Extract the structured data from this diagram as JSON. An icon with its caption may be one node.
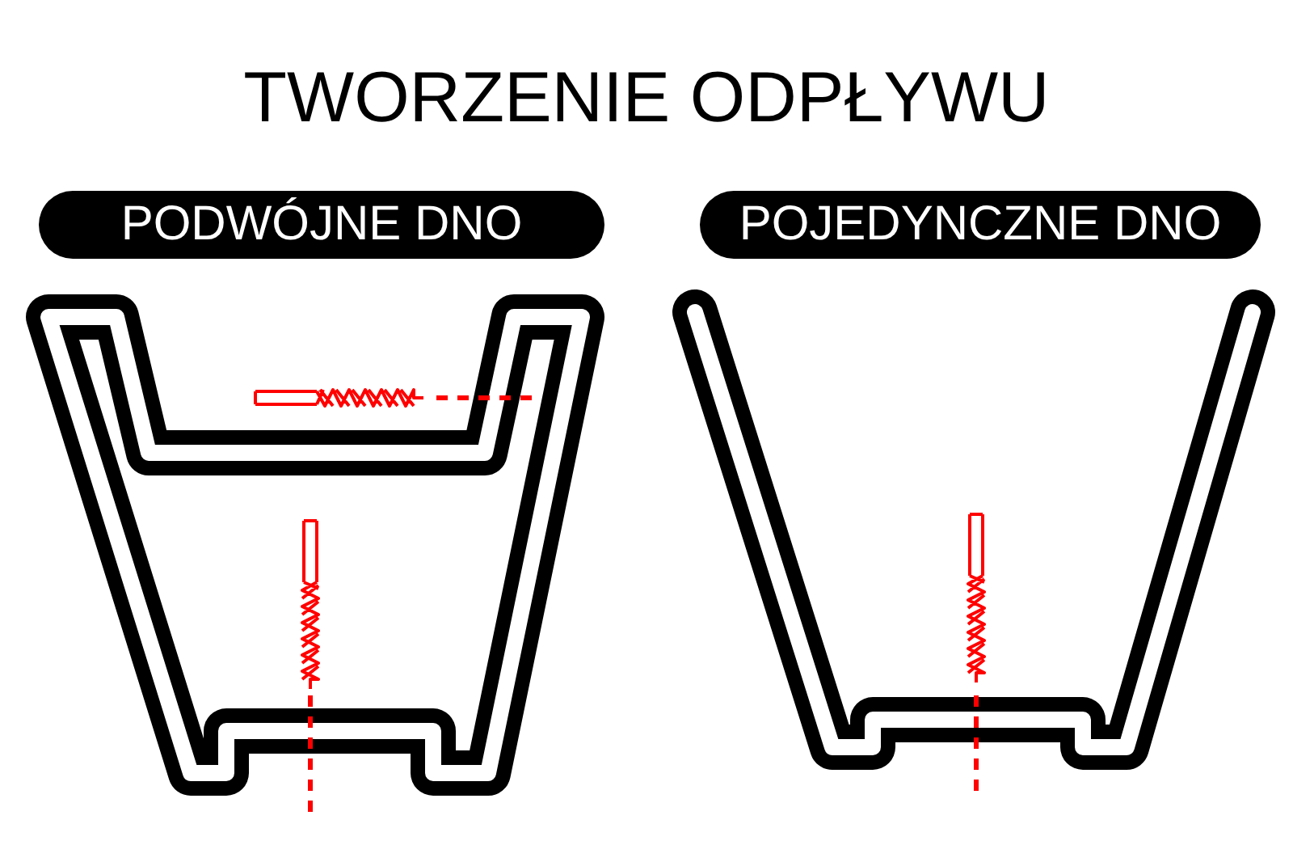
{
  "diagram": {
    "title": "TWORZENIE ODPŁYWU",
    "nodes": [
      {
        "text": [
          "PODWÓJNE DNO"
        ]
      },
      {
        "text": [
          "POJEDYNCZNE DNO"
        ]
      }
    ]
  }
}
